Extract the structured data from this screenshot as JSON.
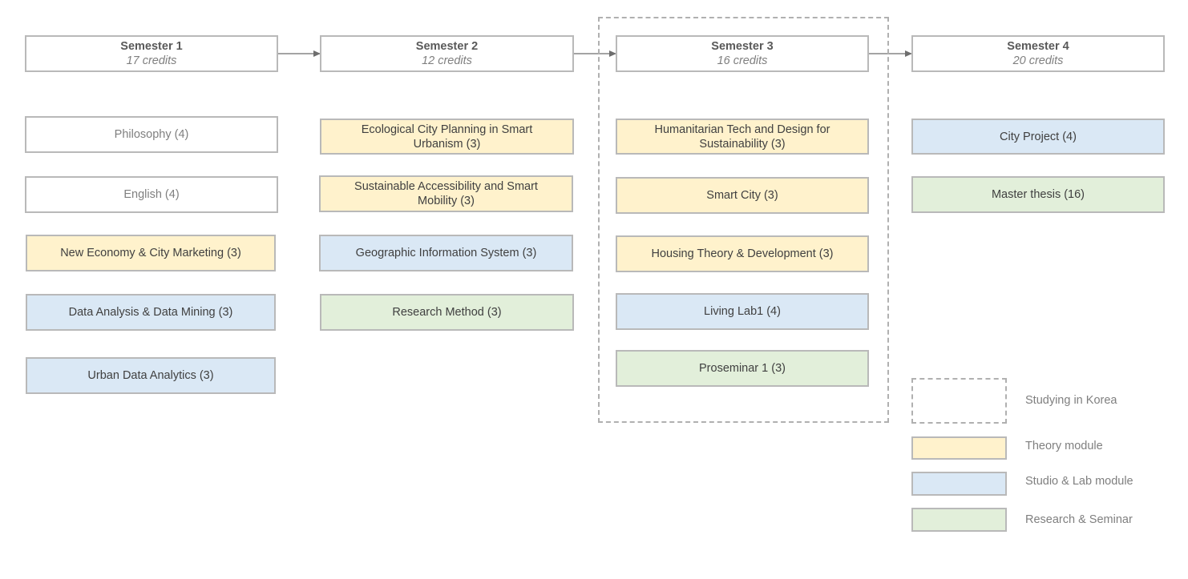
{
  "semesters": [
    {
      "title": "Semester 1",
      "credits": "17 credits"
    },
    {
      "title": "Semester 2",
      "credits": "12 credits"
    },
    {
      "title": "Semester 3",
      "credits": "16 credits"
    },
    {
      "title": "Semester 4",
      "credits": "20 credits"
    }
  ],
  "courses": {
    "s1": [
      "Philosophy (4)",
      "English (4)",
      "New Economy & City Marketing (3)",
      "Data Analysis & Data Mining (3)",
      "Urban Data Analytics (3)"
    ],
    "s2": [
      "Ecological City Planning in Smart Urbanism (3)",
      "Sustainable Accessibility and Smart Mobility (3)",
      "Geographic Information System (3)",
      "Research Method (3)"
    ],
    "s3": [
      "Humanitarian Tech and Design for Sustainability (3)",
      "Smart City (3)",
      "Housing Theory & Development (3)",
      "Living Lab1 (4)",
      "Proseminar 1 (3)"
    ],
    "s4": [
      "City Project (4)",
      "Master thesis (16)"
    ]
  },
  "legend": {
    "korea": "Studying in Korea",
    "theory": "Theory module",
    "studio": "Studio & Lab module",
    "research": "Research & Seminar"
  },
  "colors": {
    "theory": "#fff2cc",
    "studio": "#dae8f5",
    "research": "#e2efda",
    "border": "#b9b9b9"
  }
}
